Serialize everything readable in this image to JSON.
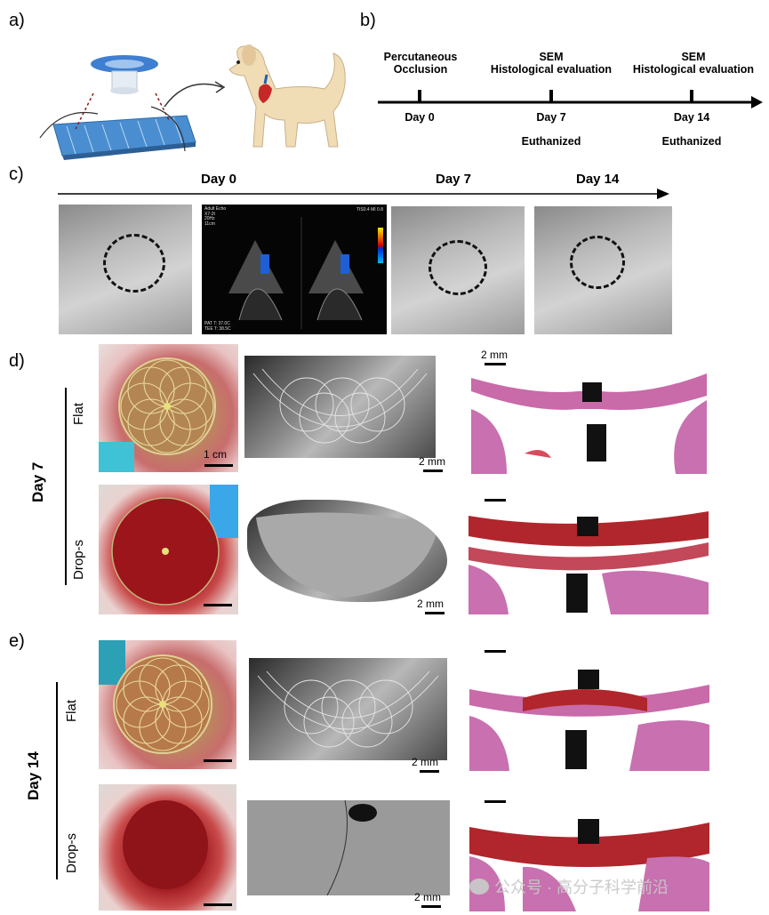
{
  "panels": {
    "a": "a)",
    "b": "b)",
    "c": "c)",
    "d": "d)",
    "e": "e)"
  },
  "timeline_b": {
    "events": [
      {
        "top": "Percutaneous\nOcclusion",
        "day": "Day 0",
        "bottom": ""
      },
      {
        "top": "SEM\nHistological evaluation",
        "day": "Day 7",
        "bottom": "Euthanized"
      },
      {
        "top": "SEM\nHistological evaluation",
        "day": "Day 14",
        "bottom": "Euthanized"
      }
    ]
  },
  "timeline_c": {
    "labels": [
      "Day 0",
      "Day 7",
      "Day 14"
    ]
  },
  "echo_text": {
    "top_left": "Adult Echo\nX7-2t\n20Hz\n11cm",
    "top_right": "TIS0.4  MI 0.8",
    "bottom_left": "PAT T: 37.0C\nTEE T: 38.5C"
  },
  "day7": {
    "group_label": "Day 7",
    "rows": [
      {
        "label": "Flat",
        "photo_scale": "1 cm",
        "sem_scale": "2 mm",
        "histo_scale": "2 mm"
      },
      {
        "label": "Drop-s",
        "photo_scale": "",
        "sem_scale": "2 mm",
        "histo_scale": ""
      }
    ]
  },
  "day14": {
    "group_label": "Day 14",
    "rows": [
      {
        "label": "Flat",
        "photo_scale": "",
        "sem_scale": "2 mm",
        "histo_scale": ""
      },
      {
        "label": "Drop-s",
        "photo_scale": "",
        "sem_scale": "2 mm",
        "histo_scale": ""
      }
    ]
  },
  "watermark": "公众号 · 高分子科学前沿",
  "colors": {
    "line": "#000000",
    "histo_pink": "#c95aa6",
    "histo_red": "#b0242a"
  }
}
